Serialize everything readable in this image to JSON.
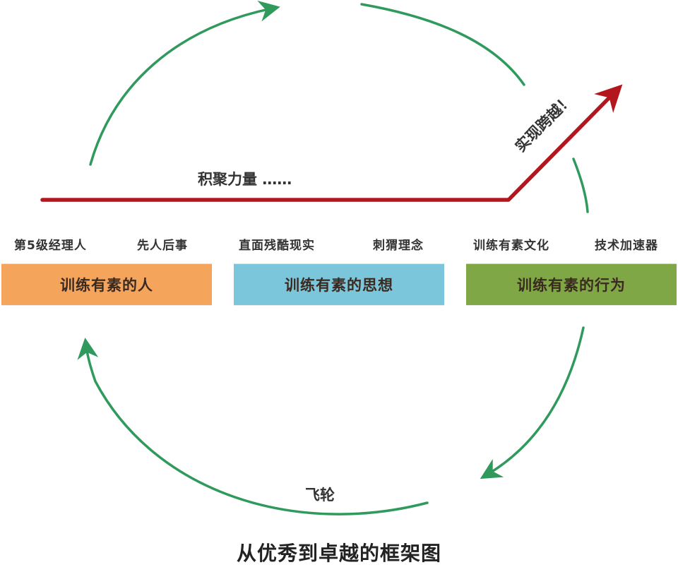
{
  "labels": {
    "accumulate": "积聚力量 ……",
    "breakthrough": "实现跨越！",
    "flywheel": "飞轮",
    "caption": "从优秀到卓越的框架图"
  },
  "boxes": [
    {
      "label": "训练有素的人",
      "color": "#f5a45c"
    },
    {
      "label": "训练有素的思想",
      "color": "#7cc6db"
    },
    {
      "label": "训练有素的行为",
      "color": "#7fa746"
    }
  ],
  "items": [
    "第5级经理人",
    "先人后事",
    "直面残酷现实",
    "刺猬理念",
    "训练有素文化",
    "技术加速器"
  ],
  "colors": {
    "cycle_arrow": "#2f9a5c",
    "growth_line": "#b3171d",
    "text": "#333333"
  }
}
